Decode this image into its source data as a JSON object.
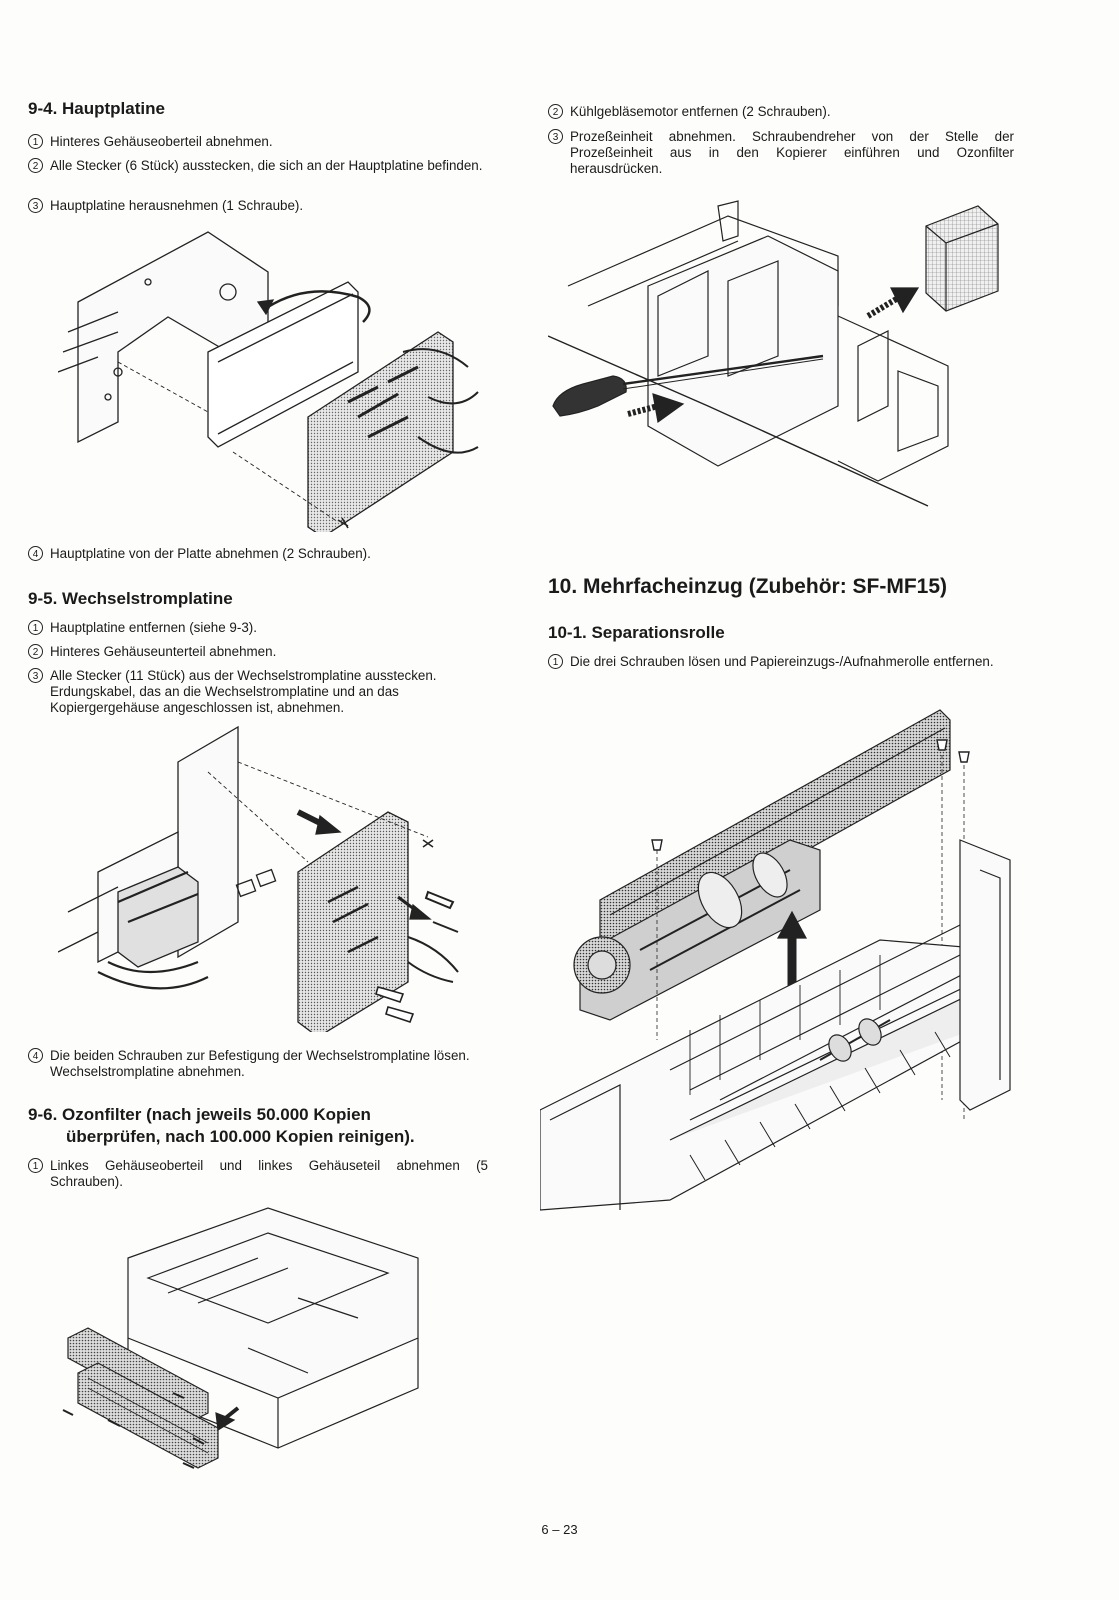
{
  "left": {
    "s94": {
      "title": "9-4. Hauptplatine",
      "steps": [
        {
          "num": "1",
          "text": "Hinteres Gehäuseoberteil abnehmen."
        },
        {
          "num": "2",
          "text": "Alle Stecker (6 Stück) ausstecken, die sich an der Hauptplatine befinden."
        },
        {
          "num": "3",
          "text": "Hauptplatine herausnehmen (1 Schraube)."
        },
        {
          "num": "4",
          "text": "Hauptplatine von der Platte abnehmen (2 Schrauben)."
        }
      ]
    },
    "s95": {
      "title": "9-5. Wechselstromplatine",
      "steps": [
        {
          "num": "1",
          "text": "Hauptplatine entfernen (siehe 9-3)."
        },
        {
          "num": "2",
          "text": "Hinteres Gehäuseunterteil abnehmen."
        },
        {
          "num": "3",
          "text": "Alle Stecker (11 Stück) aus der Wechselstromplatine ausstecken. Erdungskabel, das an die Wechselstromplatine und an das Kopiergergehäuse angeschlossen ist, abnehmen."
        },
        {
          "num": "4",
          "text": "Die beiden Schrauben zur Befestigung der Wechselstromplatine lösen. Wechselstromplatine abnehmen."
        }
      ]
    },
    "s96": {
      "title_line1": "9-6. Ozonfilter (nach jeweils 50.000 Kopien",
      "title_line2": "überprüfen, nach 100.000 Kopien reinigen).",
      "steps": [
        {
          "num": "1",
          "text": "Linkes Gehäuseoberteil und linkes Gehäuseteil abnehmen (5 Schrauben)."
        }
      ]
    }
  },
  "right": {
    "s96cont": {
      "steps": [
        {
          "num": "2",
          "text": "Kühlgebläsemotor entfernen (2 Schrauben)."
        },
        {
          "num": "3",
          "text": "Prozeßeinheit abnehmen. Schraubendreher von der Stelle der Prozeßeinheit aus in den Kopierer einführen und Ozonfilter herausdrücken."
        }
      ]
    },
    "s10": {
      "title": "10. Mehrfacheinzug (Zubehör: SF-MF15)",
      "sub_title": "10-1. Separationsrolle",
      "steps": [
        {
          "num": "1",
          "text": "Die drei Schrauben lösen und Papiereinzugs-/Aufnahmerolle entfernen."
        }
      ]
    }
  },
  "footer": {
    "page": "6 – 23"
  }
}
